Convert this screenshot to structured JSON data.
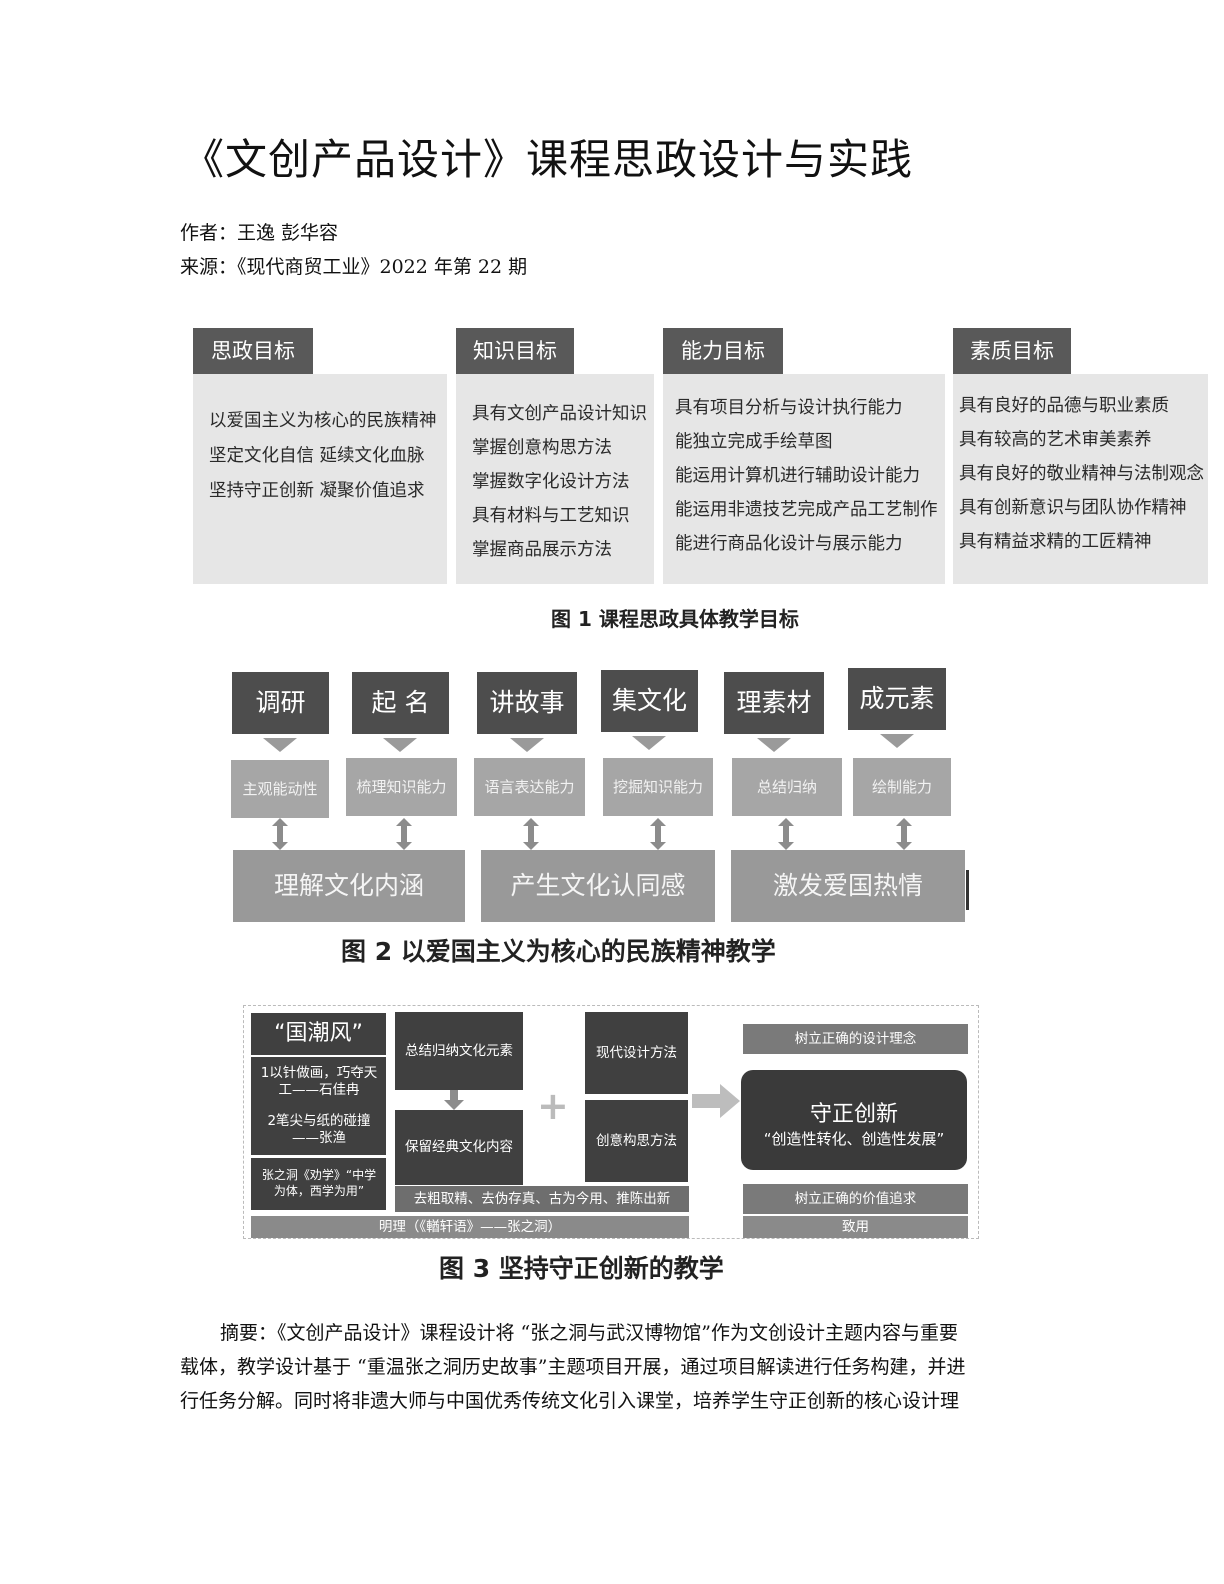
{
  "title": "《文创产品设计》课程思政设计与实践",
  "authors_line": "作者：王逸  彭华容",
  "source_line": "来源：《现代商贸工业》2022 年第 22 期",
  "figure1": {
    "caption": "图 1    课程思政具体教学目标",
    "columns": [
      {
        "header": "思政目标",
        "items": [
          "以爱国主义为核心的民族精神",
          "坚定文化自信 延续文化血脉",
          "坚持守正创新 凝聚价值追求"
        ]
      },
      {
        "header": "知识目标",
        "items": [
          "具有文创产品设计知识",
          "掌握创意构思方法",
          "掌握数字化设计方法",
          "具有材料与工艺知识",
          "掌握商品展示方法"
        ]
      },
      {
        "header": "能力目标",
        "items": [
          "具有项目分析与设计执行能力",
          "能独立完成手绘草图",
          "能运用计算机进行辅助设计能力",
          "能运用非遗技艺完成产品工艺制作",
          "能进行商品化设计与展示能力"
        ]
      },
      {
        "header": "素质目标",
        "items": [
          "具有良好的品德与职业素质",
          "具有较高的艺术审美素养",
          "具有良好的敬业精神与法制观念",
          "具有创新意识与团队协作精神",
          "具有精益求精的工匠精神"
        ]
      }
    ]
  },
  "figure2": {
    "caption": "图 2    以爱国主义为核心的民族精神教学",
    "steps": [
      "调研",
      "起 名",
      "讲故事",
      "集文化",
      "理素材",
      "成元素"
    ],
    "abilities": [
      "主观能动性",
      "梳理知识能力",
      "语言表达能力",
      "挖掘知识能力",
      "总结归纳",
      "绘制能力"
    ],
    "outcomes": [
      "理解文化内涵",
      "产生文化认同感",
      "激发爱国热情"
    ]
  },
  "figure3": {
    "caption": "图 3    坚持守正创新的教学",
    "guochao_title": "“国潮风”",
    "example1": "1以针做画，巧夺天工——石佳冉",
    "example2": "2笔尖与纸的碰撞——张渔",
    "example3": "张之洞《劝学》“中学为体，西学为用”",
    "step_top": "总结归纳文化元素",
    "step_bottom": "保留经典文化内容",
    "plus": "+",
    "method_top": "现代设计方法",
    "method_bottom": "创意构思方法",
    "principle": "去粗取精、去伪存真、古为今用、推陈出新",
    "bar_left": "明理（《輶轩语》——张之洞）",
    "bar_right": "致用",
    "concept_top": "树立正确的设计理念",
    "core_title": "守正创新",
    "core_sub": "“创造性转化、创造性发展”",
    "concept_bottom": "树立正确的价值追求"
  },
  "abstract_lines": [
    "摘要：《文创产品设计》课程设计将 “张之洞与武汉博物馆”作为文创设计主题内容与重要",
    "载体，教学设计基于 “重温张之洞历史故事”主题项目开展，通过项目解读进行任务构建，并进",
    "行任务分解。同时将非遗大师与中国优秀传统文化引入课堂，培养学生守正创新的核心设计理"
  ]
}
